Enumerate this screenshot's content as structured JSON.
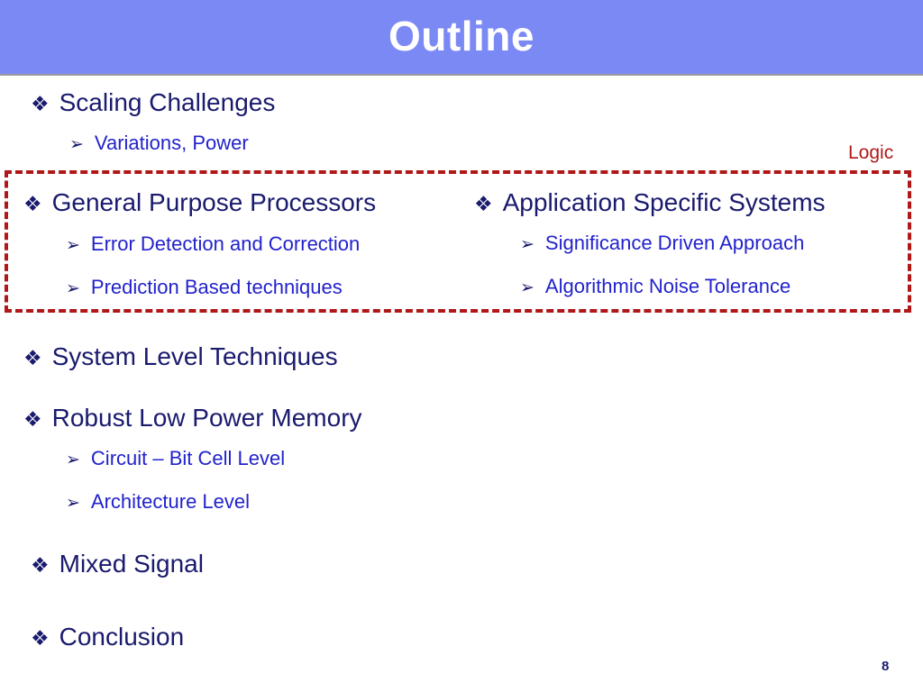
{
  "header": {
    "title": "Outline",
    "background_color": "#7b89f5",
    "text_color": "#ffffff"
  },
  "colors": {
    "level1_text": "#1a1a6e",
    "level2_text": "#2222cc",
    "highlight_box": "#b01818",
    "slide_number": "#1a1a6e"
  },
  "bullets": {
    "level1_glyph": "❖",
    "level2_glyph": "➢"
  },
  "outline": [
    {
      "label": "Scaling Challenges"
    },
    {
      "label": "Variations, Power"
    },
    {
      "label": "General Purpose Processors"
    },
    {
      "label": "Error Detection and Correction"
    },
    {
      "label": "Prediction Based techniques"
    },
    {
      "label": "Application Specific Systems"
    },
    {
      "label": "Significance Driven Approach"
    },
    {
      "label": "Algorithmic Noise Tolerance"
    },
    {
      "label": "System Level Techniques"
    },
    {
      "label": "Robust Low Power Memory"
    },
    {
      "label": "Circuit – Bit Cell Level"
    },
    {
      "label": "Architecture Level"
    },
    {
      "label": "Mixed Signal"
    },
    {
      "label": "Conclusion"
    }
  ],
  "annotation": {
    "logic_label": "Logic"
  },
  "footer": {
    "slide_number": "8"
  }
}
